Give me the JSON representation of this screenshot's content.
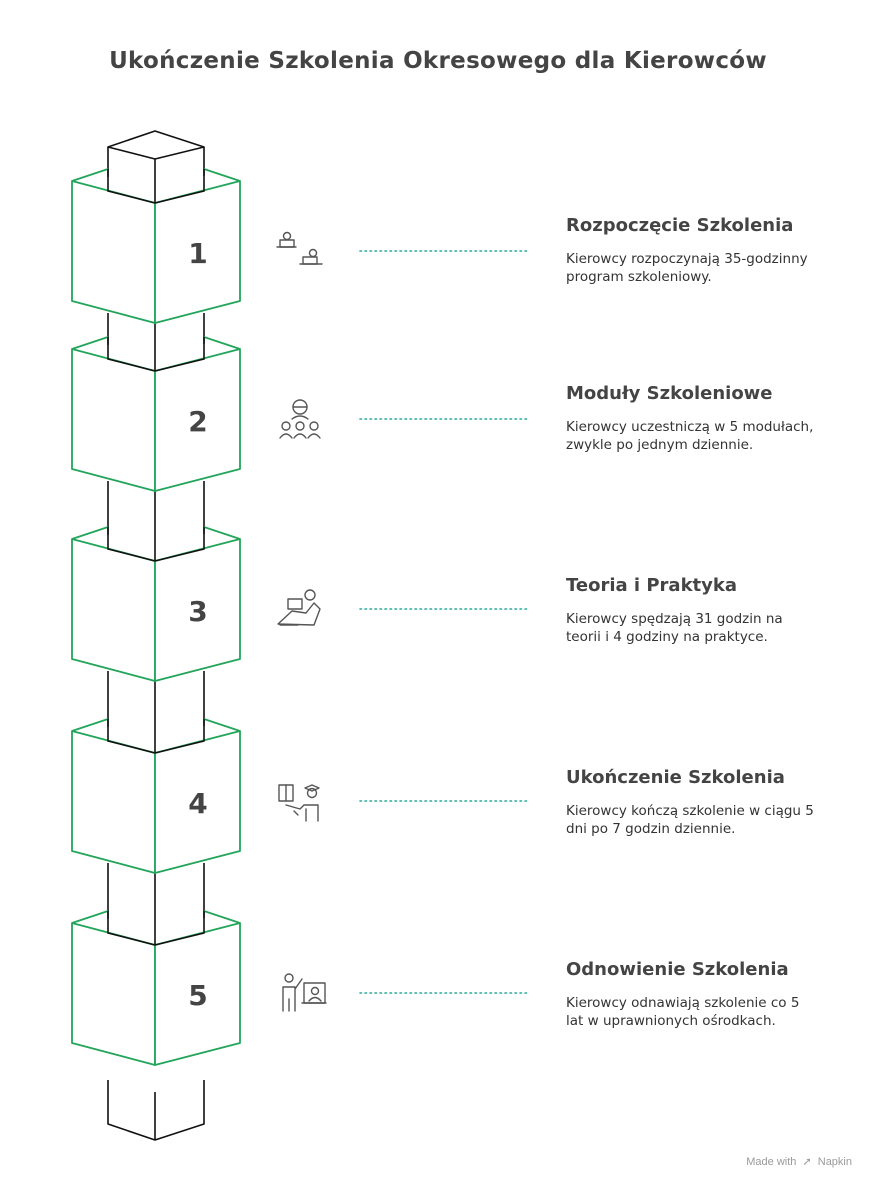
{
  "title": "Ukończenie Szkolenia Okresowego dla Kierowców",
  "accent_color": "#22A55B",
  "dots_color": "#2BA89A",
  "steps": [
    {
      "number": "1",
      "title": "Rozpoczęcie Szkolenia",
      "description": "Kierowcy rozpoczynają 35-godzinny program szkoleniowy.",
      "icon": "online-training-icon"
    },
    {
      "number": "2",
      "title": "Moduły Szkoleniowe",
      "description": "Kierowcy uczestniczą w 5 modułach, zwykle po jednym dziennie.",
      "icon": "group-training-icon"
    },
    {
      "number": "3",
      "title": "Teoria i Praktyka",
      "description": "Kierowcy spędzają 31 godzin na teorii i 4 godziny na praktyce.",
      "icon": "reading-person-icon"
    },
    {
      "number": "4",
      "title": "Ukończenie Szkolenia",
      "description": "Kierowcy kończą szkolenie w ciągu 5 dni po 7 godzin dziennie.",
      "icon": "graduate-icon"
    },
    {
      "number": "5",
      "title": "Odnowienie Szkolenia",
      "description": "Kierowcy odnawiają szkolenie co 5 lat w uprawnionych ośrodkach.",
      "icon": "instructor-presentation-icon"
    }
  ],
  "footer": {
    "prefix": "Made with",
    "brand": "Napkin"
  }
}
